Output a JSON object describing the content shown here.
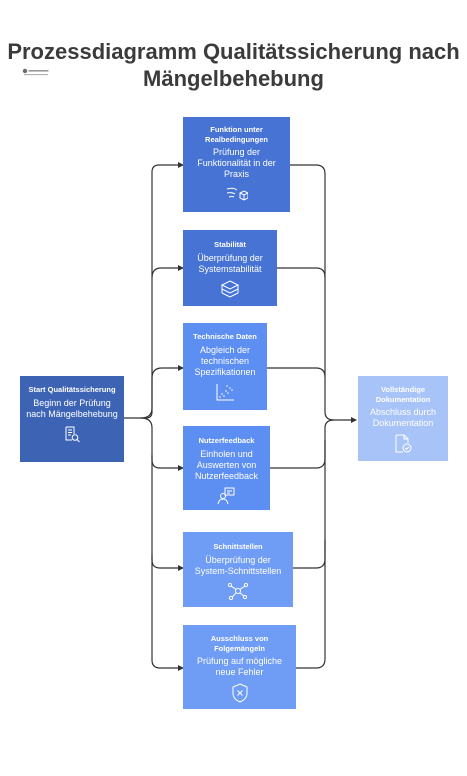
{
  "title": "Prozessdiagramm Qualitätssicherung nach Mängelbehebung",
  "colors": {
    "start": "#3d64b4",
    "dark": "#4673d4",
    "mid": "#5d8ef1",
    "light": "#6f9cf4",
    "end": "#a8c3f8",
    "connector": "#333333"
  },
  "start": {
    "title": "Start Qualitätssicherung",
    "desc": "Beginn der Prüfung nach Mängelbehebung",
    "icon": "document-search-icon"
  },
  "steps": [
    {
      "title": "Funktion unter Realbedingungen",
      "desc": "Prüfung der Funktionalität in der Praxis",
      "icon": "wind-cube-icon"
    },
    {
      "title": "Stabilität",
      "desc": "Überprüfung der Systemstabilität",
      "icon": "stacked-layers-icon"
    },
    {
      "title": "Technische Daten",
      "desc": "Abgleich der technischen Spezifikationen",
      "icon": "scatter-chart-icon"
    },
    {
      "title": "Nutzerfeedback",
      "desc": "Einholen und Auswerten von Nutzerfeedback",
      "icon": "user-feedback-icon"
    },
    {
      "title": "Schnittstellen",
      "desc": "Überprüfung der System-Schnittstellen",
      "icon": "network-nodes-icon"
    },
    {
      "title": "Ausschluss von Folgemängeln",
      "desc": "Prüfung auf mögliche neue Fehler",
      "icon": "shield-x-icon"
    }
  ],
  "end": {
    "title": "Vollständige Dokumentation",
    "desc": "Abschluss durch Dokumentation",
    "icon": "document-check-icon"
  }
}
